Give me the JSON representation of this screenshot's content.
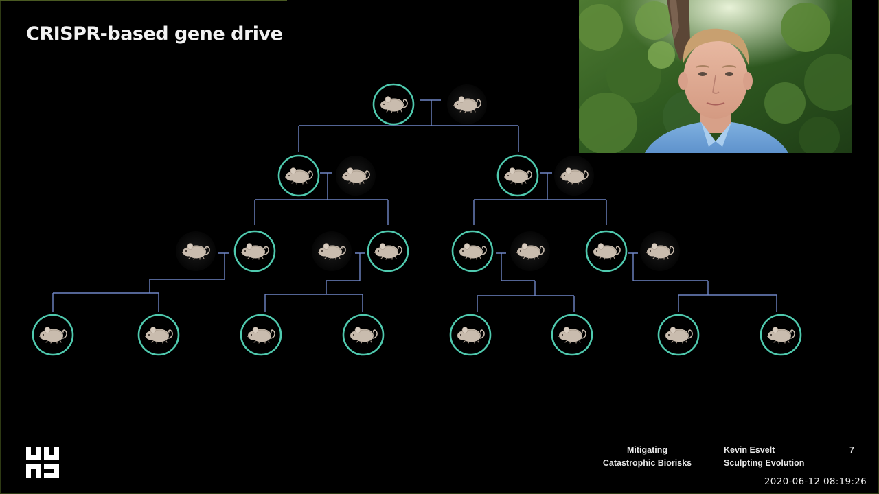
{
  "slide": {
    "title": "CRISPR-based gene drive",
    "colors": {
      "background": "#000000",
      "ring": "#4fc9ae",
      "connector": "#6f86c6",
      "mouse": "#c9bcae"
    },
    "generations": [
      {
        "level": 1,
        "carriers": 1,
        "wild_type": 1
      },
      {
        "level": 2,
        "carriers": 2,
        "wild_type": 2
      },
      {
        "level": 3,
        "carriers": 4,
        "wild_type": 4
      },
      {
        "level": 4,
        "carriers": 8,
        "wild_type": 0
      }
    ]
  },
  "webcam": {
    "description_icon": "presenter-video-icon"
  },
  "footer": {
    "logo_icon": "institute-logo-icon",
    "course_line1": "Mitigating",
    "course_line2": "Catastrophic Biorisks",
    "author_line1": "Kevin Esvelt",
    "author_line2": "Sculpting Evolution",
    "slide_number": "7"
  },
  "timestamp": "2020-06-12  08:19:26"
}
